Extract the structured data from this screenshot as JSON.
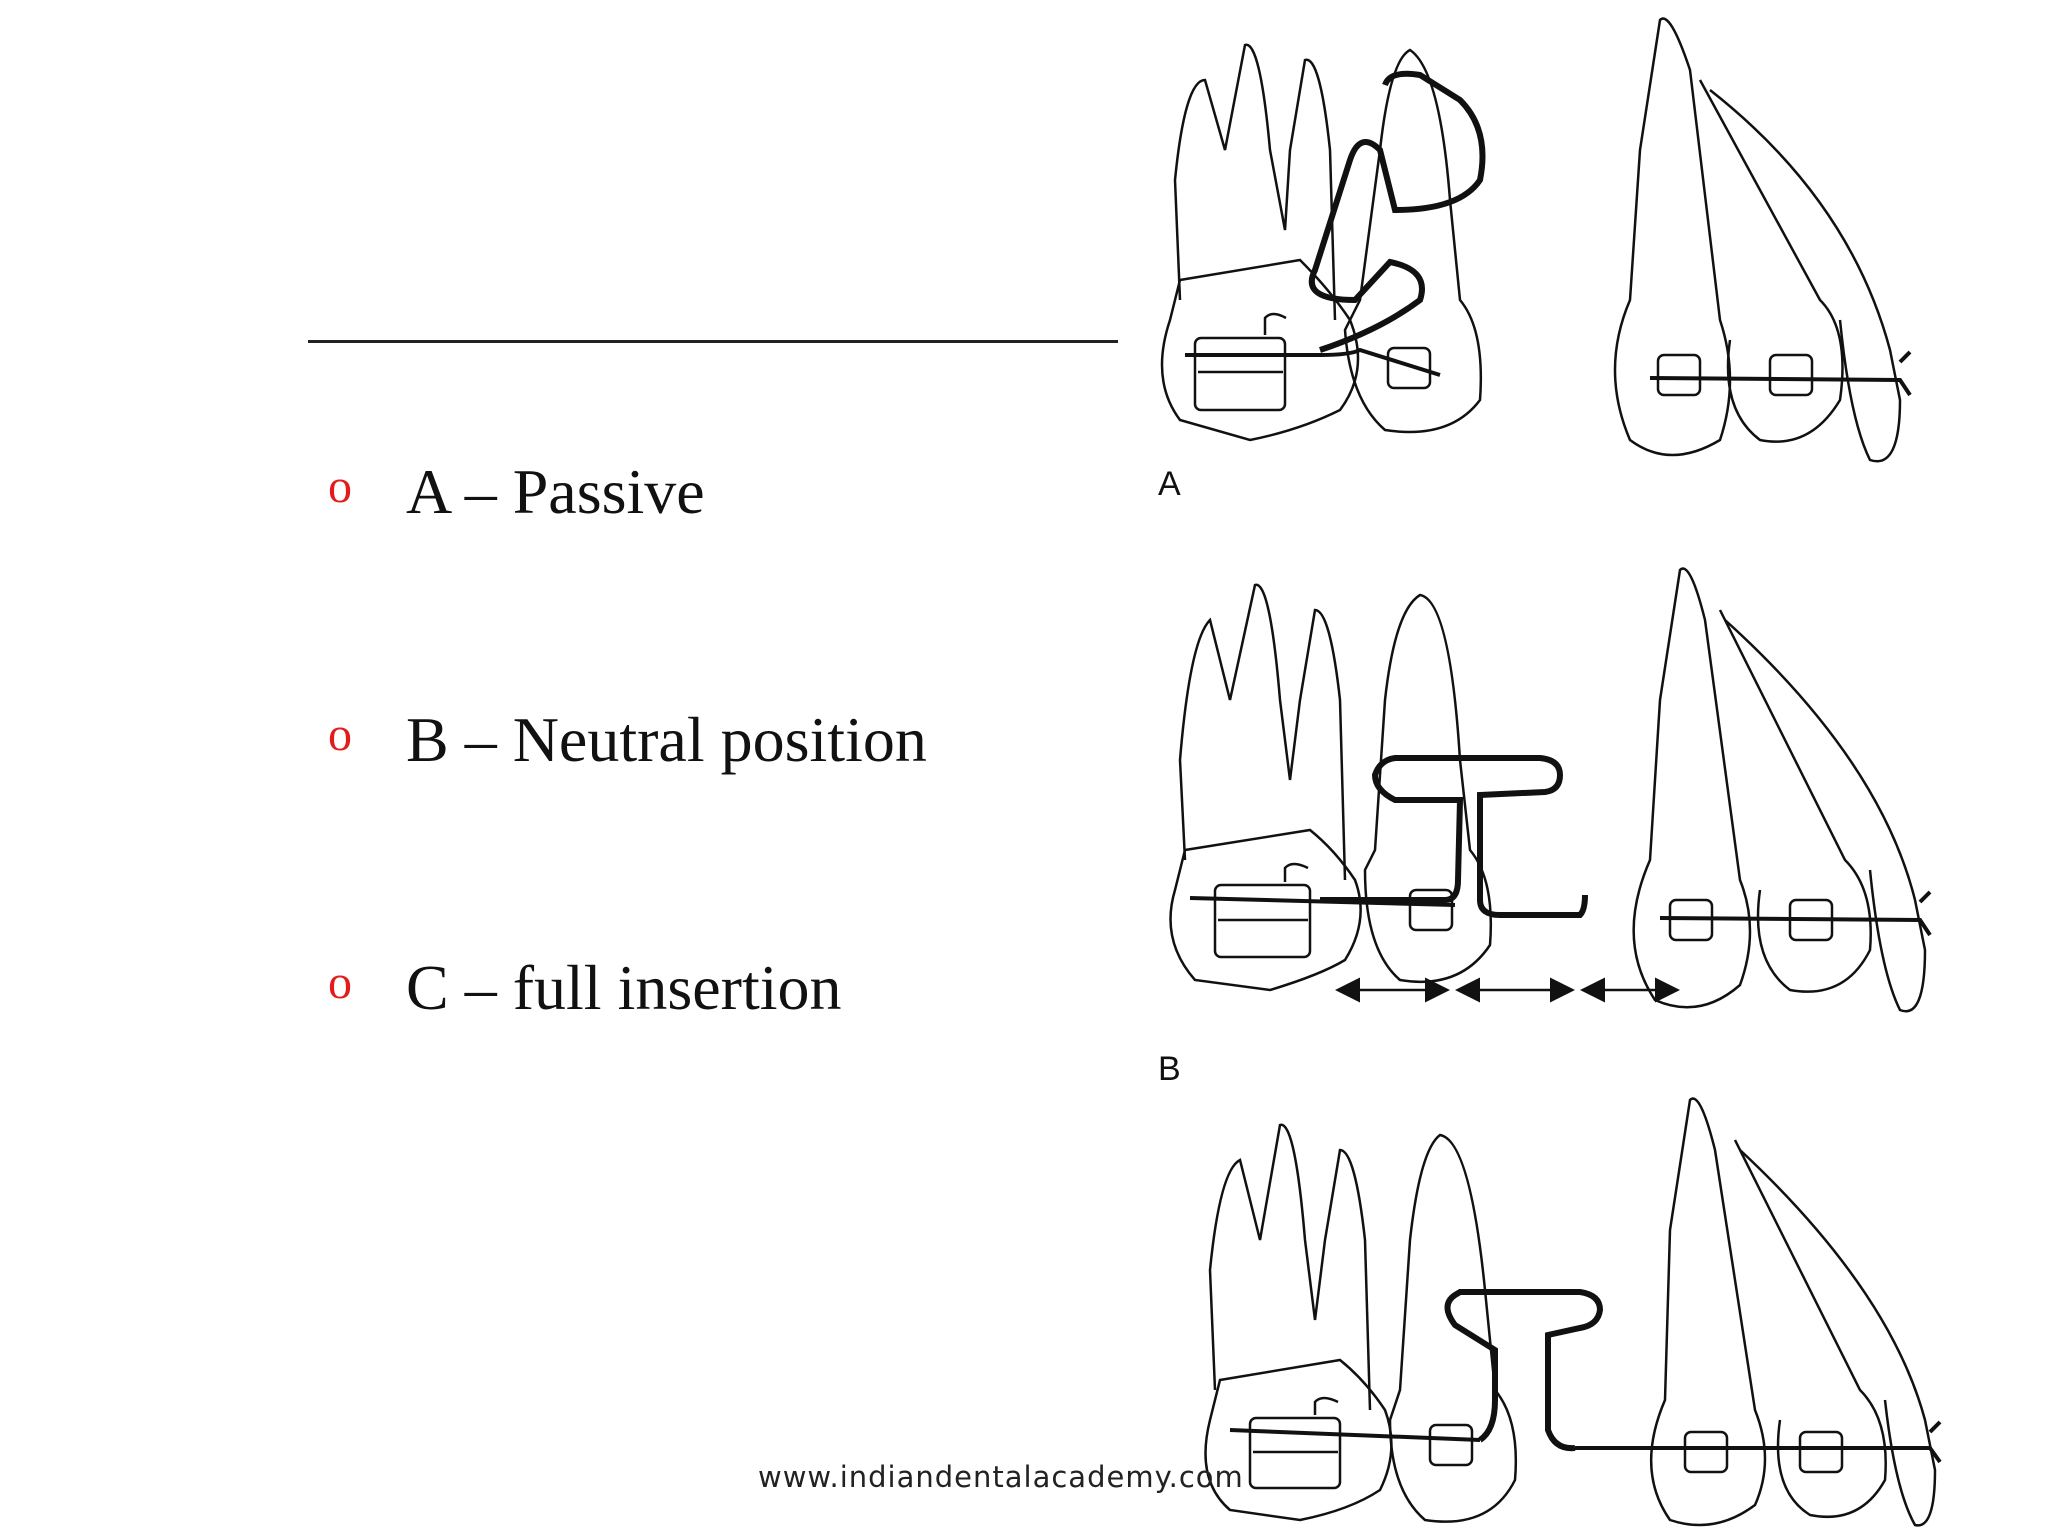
{
  "bullets": [
    {
      "marker": "o",
      "text": "A – Passive"
    },
    {
      "marker": "o",
      "text": "B – Neutral position"
    },
    {
      "marker": "o",
      "text": "C – full insertion"
    }
  ],
  "figure": {
    "labels": [
      "A",
      "B"
    ]
  },
  "footer": {
    "url": "www.indiandentalacademy.com"
  },
  "colors": {
    "bullet_marker": "#e31b1b",
    "text": "#111111",
    "line_art": "#111111"
  }
}
